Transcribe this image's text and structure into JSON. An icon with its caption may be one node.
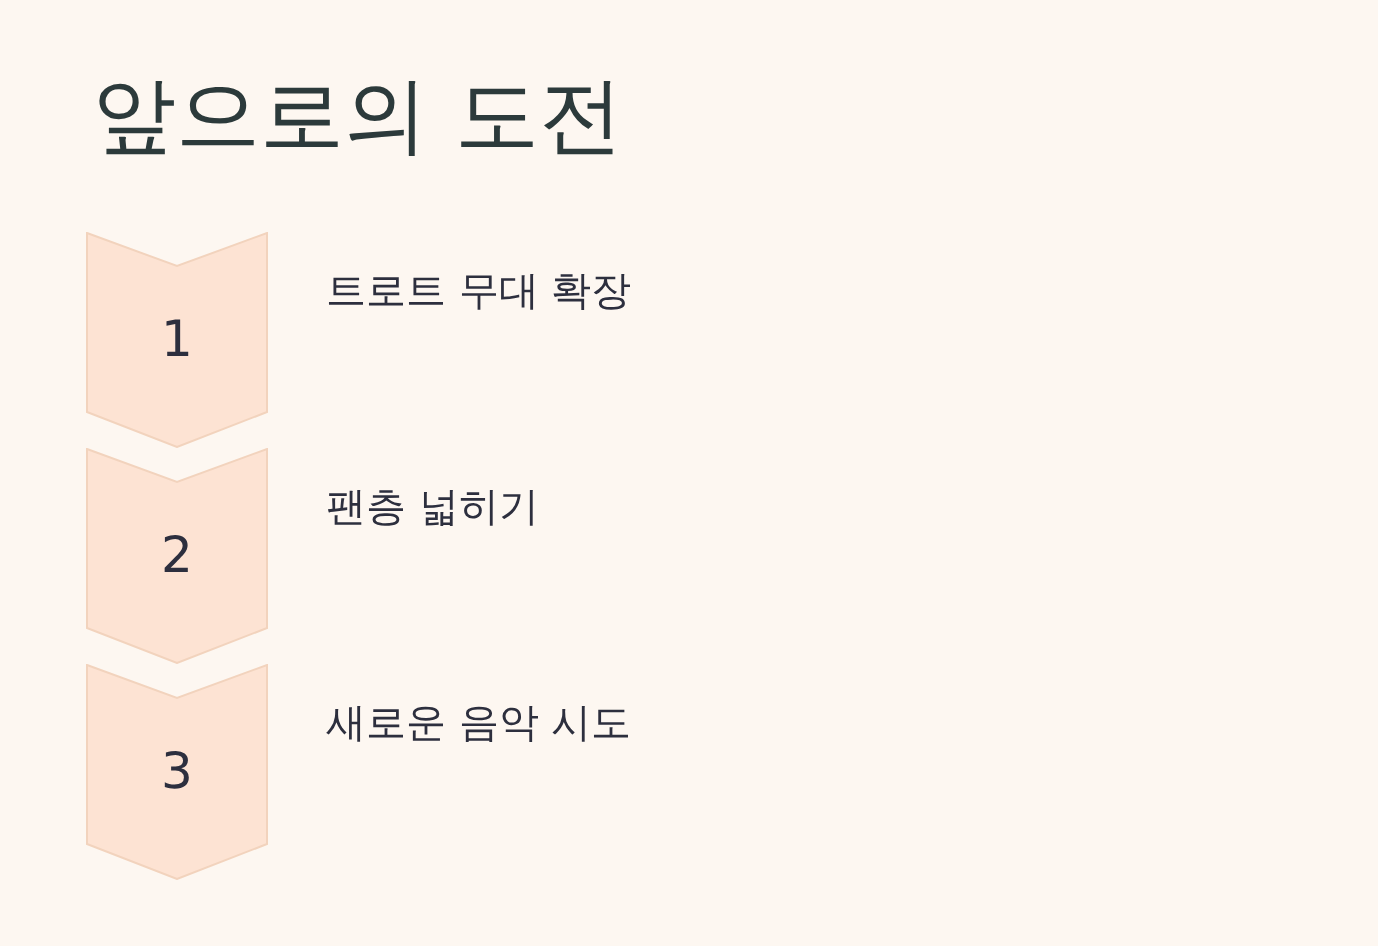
{
  "diagram": {
    "title": "앞으로의 도전",
    "nodes": [
      {
        "text": [
          "1"
        ],
        "beside": [
          "트로트 무대 확장"
        ]
      },
      {
        "text": [
          "2"
        ],
        "beside": [
          "팬층 넓히기"
        ]
      },
      {
        "text": [
          "3"
        ],
        "beside": [
          "새로운 음악 시도"
        ]
      }
    ]
  }
}
